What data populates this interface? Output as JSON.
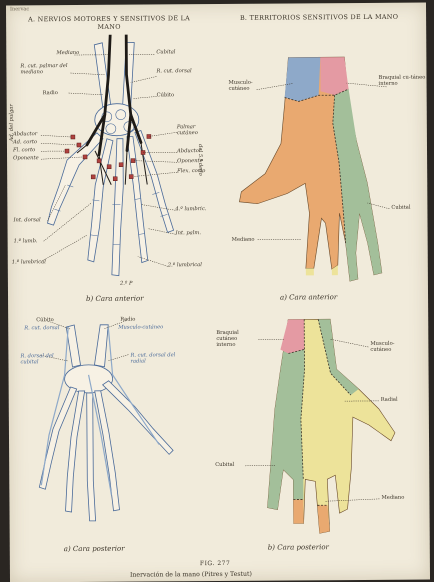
{
  "header": {
    "top_fragment": "Inervac",
    "left_title": "A. NERVIOS MOTORES Y SENSITIVOS DE LA MANO",
    "right_title": "B. TERRITORIOS SENSITIVOS DE LA MANO"
  },
  "anterior_motor": {
    "labels": {
      "mediano": "Mediano",
      "cubital": "Cubital",
      "r_palmar_mediano": "R. cut. palmar del mediano",
      "r_cut_dorsal": "R. cut. dorsal",
      "radio": "Radio",
      "cubito": "Cúbito",
      "abductor": "Abductor",
      "ad_corto": "Ad. corto",
      "fl_corto": "Fl. corto",
      "oponente_left": "Oponente",
      "palmar_cutaneo": "Palmar cutáneo",
      "abductor_right": "Abductor",
      "oponente_right": "Oponente",
      "flex_corto": "Flex. corto",
      "dedo_menor": "del 5.º dedo",
      "lumbrical_4": "4.º lumbric.",
      "int_palm": "Int. palm.",
      "lumbrical_2": "2.º lumbrical",
      "int_dorsal": "Int. dorsal",
      "lumb_1": "1.º lumb.",
      "lumbrical_1": "1.º lumbrical",
      "ad_pulgar": "Ad. del pulgar",
      "p_label": "2.º P"
    },
    "caption": "b) Cara anterior"
  },
  "anterior_sensory": {
    "labels": {
      "musculocutaneo": "Musculo-cutáneo",
      "braquial": "Braquial cu-táneo interno",
      "cubital": "Cubital",
      "mediano": "Mediano"
    },
    "caption": "a) Cara anterior"
  },
  "posterior_motor": {
    "labels": {
      "cubito": "Cúbito",
      "radio": "Radio",
      "r_cut_dorsal": "R. cut. dorsal",
      "musculo_cutaneo": "Musculo-cutáneo",
      "r_dorsal_cubital": "R. dorsal del cubital",
      "r_cut_radial": "R. cut. dorsal del radial"
    },
    "caption": "a) Cara posterior"
  },
  "posterior_sensory": {
    "labels": {
      "braquial": "Braquial cutáneo interno",
      "musculocutaneo": "Musculo-cutáneo",
      "radial": "Radial",
      "cubital": "Cubital",
      "mediano": "Mediano"
    },
    "caption": "b) Cara posterior"
  },
  "footer": {
    "fig": "FIG. 277",
    "text": "Inervación de la mano (Pitres y Testut)"
  },
  "colors": {
    "page": "#f1ebdb",
    "ink": "#3a3328",
    "skin_orange": "#e9a970",
    "skin_yellow": "#ede39a",
    "blue": "#8ea9c9",
    "pink": "#e49aa3",
    "green": "#a3bf9a",
    "nerve": "#1e1a16"
  }
}
